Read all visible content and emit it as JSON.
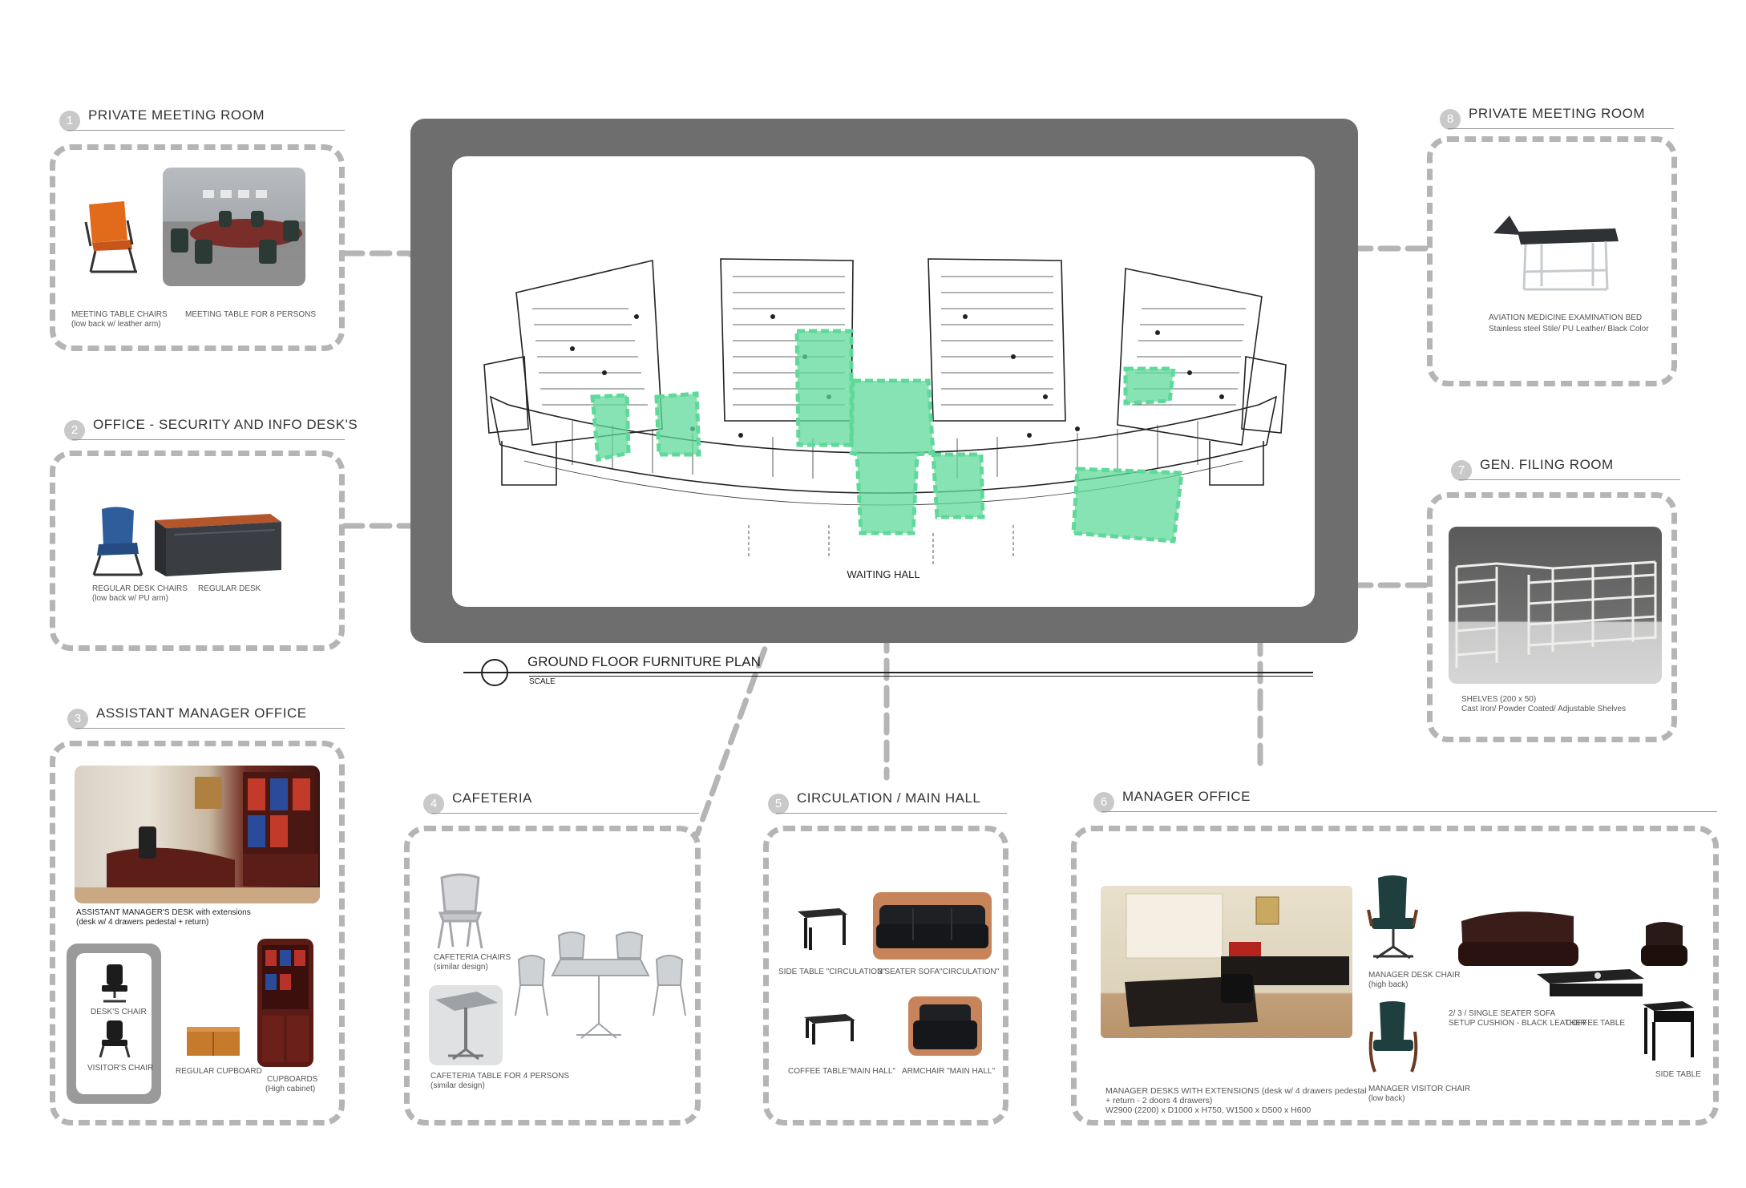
{
  "plan": {
    "title": "GROUND FLOOR FURNITURE PLAN",
    "scale_label": "SCALE",
    "hall_label": "WAITING HALL"
  },
  "sections": {
    "s1": {
      "num": "1",
      "title": "PRIVATE MEETING ROOM",
      "cap_chairs": "MEETING TABLE CHAIRS",
      "cap_chairs2": "(low back w/ leather arm)",
      "cap_table": "MEETING TABLE FOR 8 PERSONS"
    },
    "s2": {
      "num": "2",
      "title": "OFFICE - SECURITY AND INFO DESK'S",
      "cap_chairs": "REGULAR DESK CHAIRS",
      "cap_chairs2": "(low back w/ PU arm)",
      "cap_desk": "REGULAR DESK"
    },
    "s3": {
      "num": "3",
      "title": "ASSISTANT MANAGER OFFICE",
      "cap_desk": "ASSISTANT MANAGER'S DESK with extensions",
      "cap_desk2": "(desk w/ 4 drawers pedestal + return)",
      "cap_desk_chair": "DESK'S CHAIR",
      "cap_visitor": "VISITOR'S CHAIR",
      "cap_cupboard": "REGULAR CUPBOARD",
      "cap_cupboards": "CUPBOARDS",
      "cap_cupboards2": "(High cabinet)"
    },
    "s4": {
      "num": "4",
      "title": "CAFETERIA",
      "cap_chairs": "CAFETERIA CHAIRS",
      "cap_chairs2": "(similar design)",
      "cap_table": "CAFETERIA TABLE FOR 4 PERSONS",
      "cap_table2": "(similar design)"
    },
    "s5": {
      "num": "5",
      "title": "CIRCULATION / MAIN HALL",
      "cap_side": "SIDE TABLE \"CIRCULATION\"",
      "cap_sofa": "3 SEATER SOFA\"CIRCULATION\"",
      "cap_coffee": "COFFEE TABLE\"MAIN HALL\"",
      "cap_arm": "ARMCHAIR \"MAIN HALL\""
    },
    "s6": {
      "num": "6",
      "title": "MANAGER OFFICE",
      "cap_desks": "MANAGER DESKS WITH EXTENSIONS (desk w/ 4 drawers pedestal",
      "cap_desks2": "+ return - 2 doors 4 drawers)",
      "cap_desks3": "W2900 (2200) x D1000 x H750, W1500 x D500 x H600",
      "cap_desk_chair": "MANAGER DESK CHAIR",
      "cap_desk_chair2": "(high back)",
      "cap_visitor": "MANAGER VISITOR CHAIR",
      "cap_visitor2": "(low back)",
      "cap_sofa": "2/ 3 / SINGLE SEATER SOFA",
      "cap_sofa2": "SETUP CUSHION - BLACK LEATHER",
      "cap_coffee": "COFFEE TABLE",
      "cap_side": "SIDE TABLE"
    },
    "s7": {
      "num": "7",
      "title": "GEN. FILING ROOM",
      "cap_shelves": "SHELVES (200 x 50)",
      "cap_shelves2": "Cast Iron/ Powder Coated/ Adjustable Shelves"
    },
    "s8": {
      "num": "8",
      "title": "PRIVATE MEETING ROOM",
      "cap_bed": "AVIATION MEDICINE  EXAMINATION BED",
      "cap_bed2": "Stainless steel Stile/ PU Leather/ Black Color"
    }
  },
  "colors": {
    "frame": "#6e6e6e",
    "dash": "#b5b5b5",
    "highlight": "#5fd99a",
    "text": "#333333"
  }
}
